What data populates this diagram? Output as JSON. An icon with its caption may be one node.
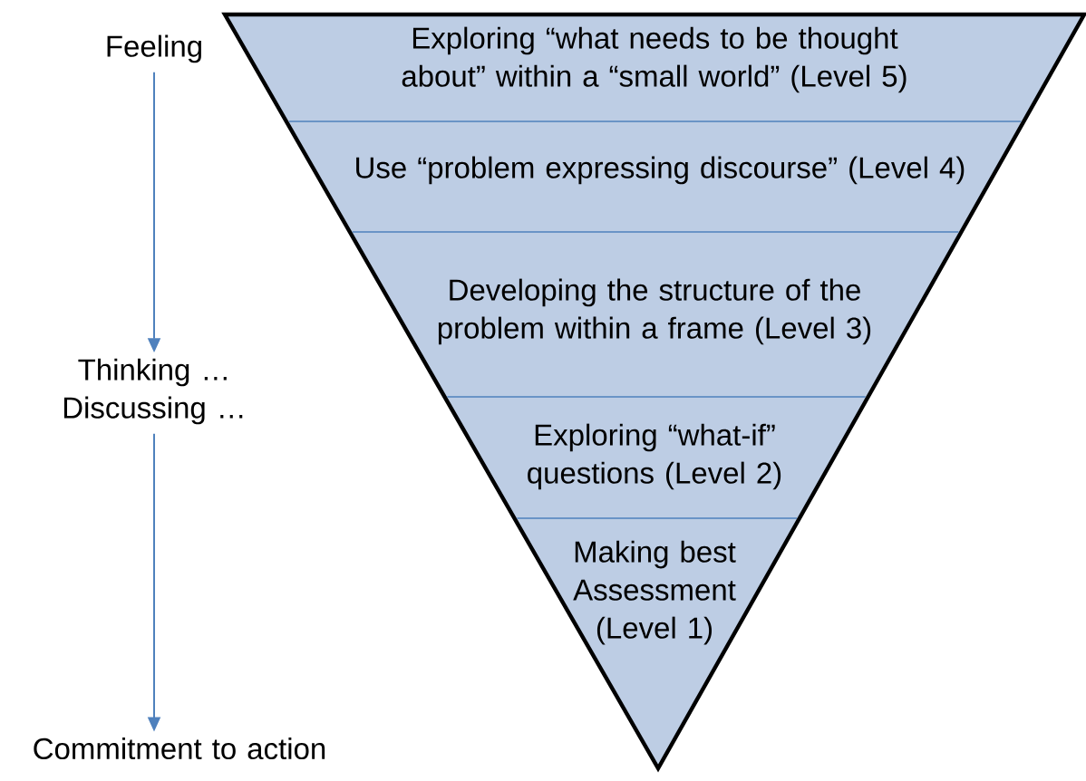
{
  "diagram": {
    "nodes": [
      {
        "text": [],
        "shape": "triangle"
      },
      {
        "text": [
          "Exploring “what needs to be thought about” within a “small world” (Level 5)"
        ],
        "in": 0
      },
      {
        "text": [
          "Use “problem expressing discourse” (Level 4)"
        ],
        "in": 0
      },
      {
        "text": [
          "Developing the structure of the problem within a frame (Level 3)"
        ],
        "in": 0
      },
      {
        "text": [
          "Exploring “what-if” questions (Level 2)"
        ],
        "in": 0
      },
      {
        "text": [
          "Making best Assessment (Level 1)"
        ],
        "in": 0
      },
      {
        "text": [
          "Feeling"
        ]
      },
      {
        "text": [
          "Thinking … Discussing …"
        ]
      },
      {
        "text": [
          "Commitment to action"
        ]
      }
    ],
    "edges": [
      {
        "from": 6,
        "to": 7,
        "arrow": "to"
      },
      {
        "from": 7,
        "to": 8,
        "arrow": "to"
      }
    ]
  }
}
